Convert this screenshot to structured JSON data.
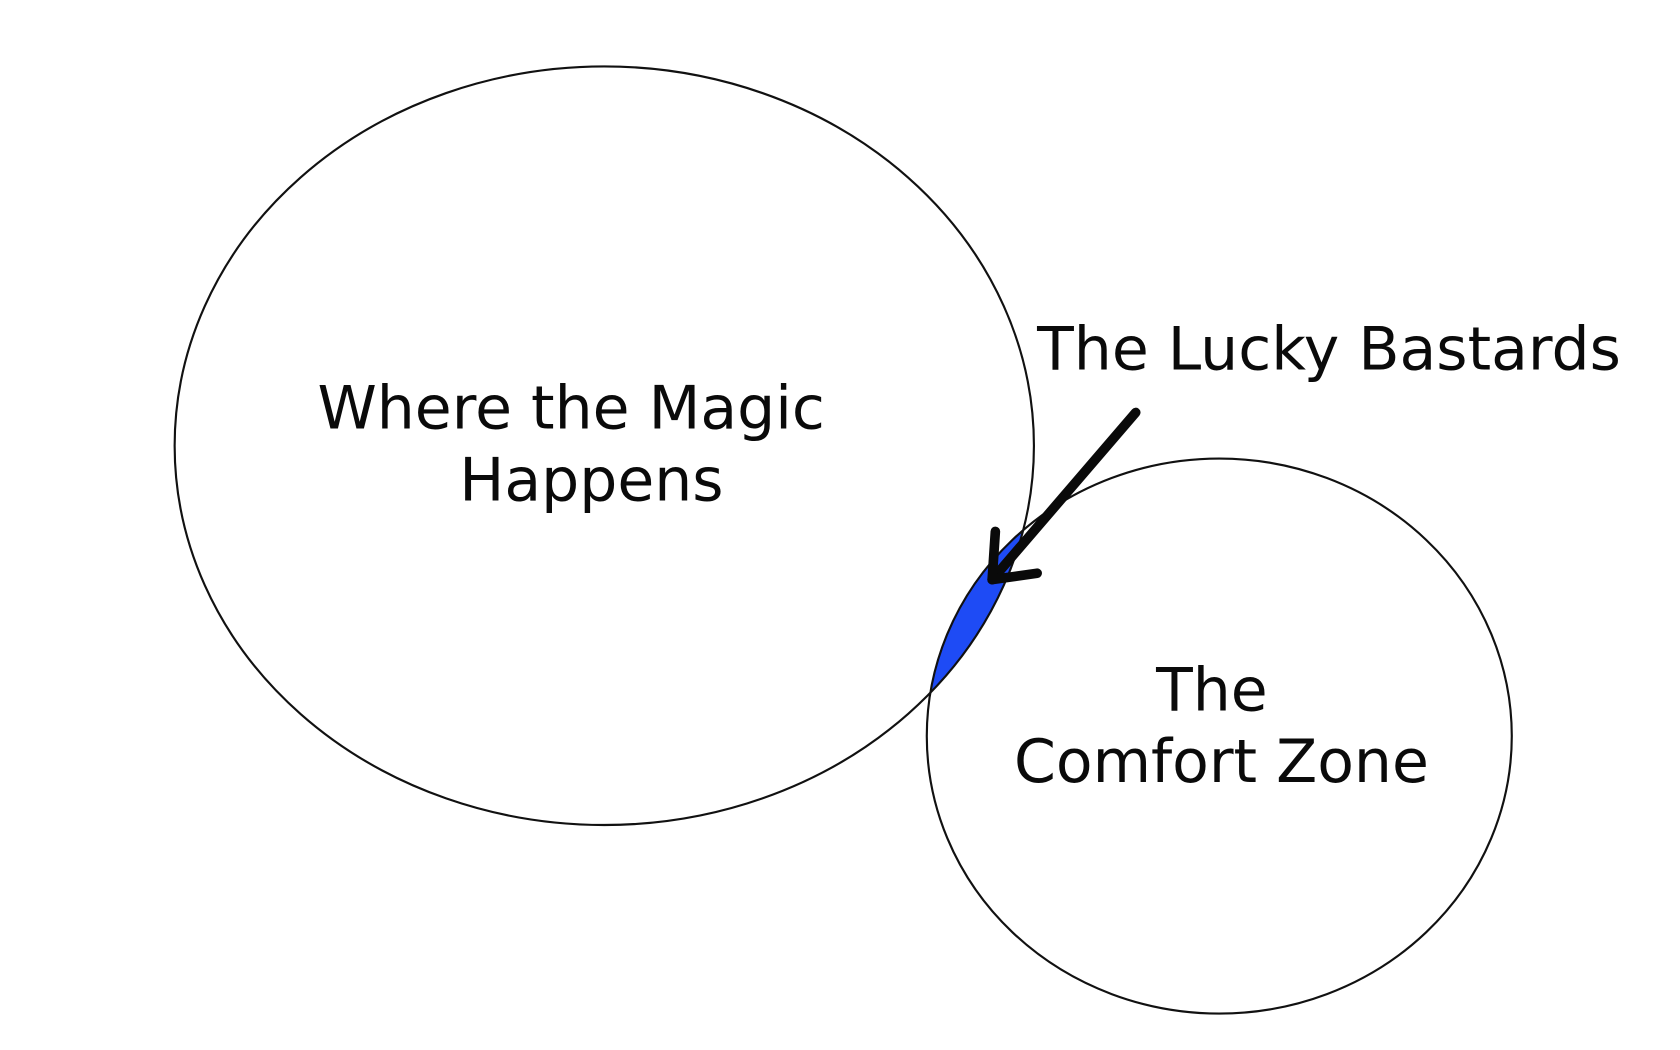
{
  "diagram": {
    "type": "venn",
    "background": "#ffffff",
    "stroke_color": "#111111",
    "highlight_color": "#1E4BF5",
    "sets": [
      {
        "id": "magic",
        "label_lines": [
          "Where the Magic",
          "Happens"
        ]
      },
      {
        "id": "comfort",
        "label_lines": [
          "The",
          "Comfort Zone"
        ]
      }
    ],
    "intersection": {
      "label": "The Lucky Bastards",
      "pointer": "arrow"
    }
  }
}
